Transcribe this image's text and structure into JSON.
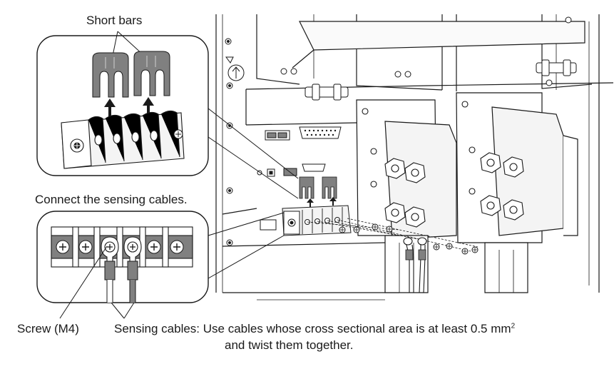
{
  "labels": {
    "short_bars": "Short bars",
    "connect_sensing": "Connect the sensing cables.",
    "screw": "Screw (M4)",
    "sensing_prefix": "Sensing cables: ",
    "sensing_line1_text": "Use cables whose cross sectional area is at least 0.5 mm",
    "sensing_superscript": "2",
    "sensing_line2": "and twist them together."
  },
  "colors": {
    "line": "#1a1a1a",
    "panel_gray": "#e6e6e6",
    "bar_gray": "#808080",
    "terminal_light": "#f4f4f4"
  }
}
